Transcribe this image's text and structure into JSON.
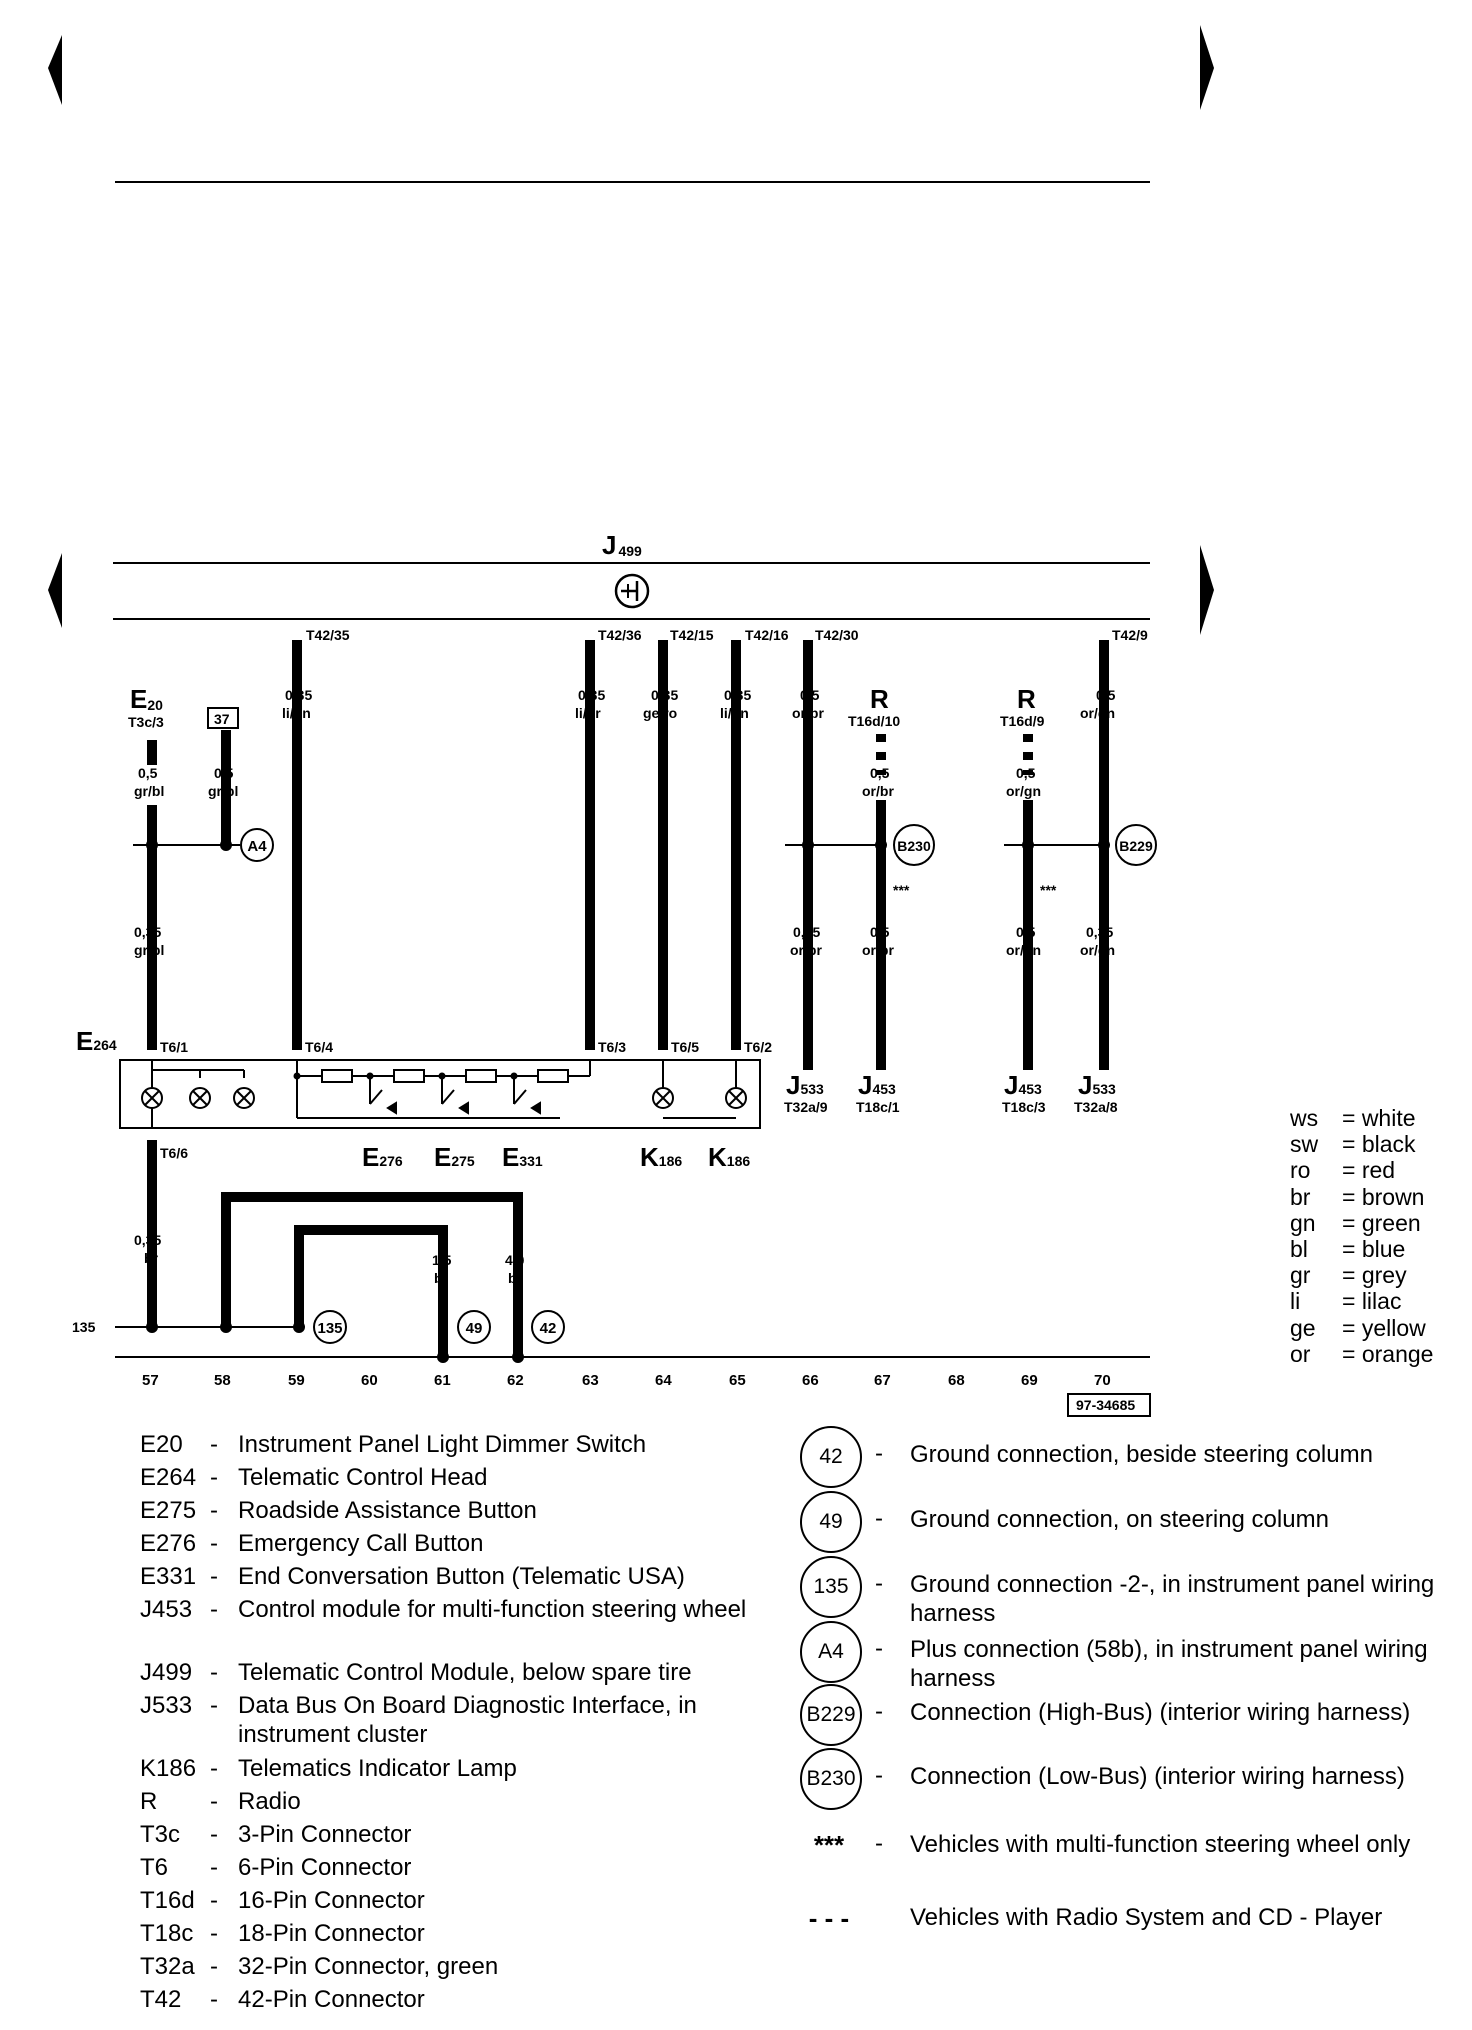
{
  "diagram": {
    "module_title": "J",
    "module_sub": "499",
    "pins_top": [
      "T42/35",
      "T42/36",
      "T42/15",
      "T42/16",
      "T42/30",
      "T42/9"
    ],
    "wires": {
      "w57a": "0,5",
      "w57a_c": "gr/bl",
      "w57b": "0,35",
      "w57b_c": "gr/bl",
      "w58": "0,5",
      "w58_c": "gr/bl",
      "w59": "0,35",
      "w59_c": "li/gn",
      "w63": "0,35",
      "w63_c": "li/gr",
      "w64": "0,35",
      "w64_c": "ge/ro",
      "w65": "0,35",
      "w65_c": "li/gn",
      "w66a": "0,5",
      "w66a_c": "or/br",
      "w66b": "0,35",
      "w66b_c": "or/br",
      "w67a": "0,5",
      "w67a_c": "or/br",
      "w67b": "0,5",
      "w67b_c": "or/br",
      "w69a": "0,5",
      "w69a_c": "or/gn",
      "w69b": "0,5",
      "w69b_c": "or/gn",
      "w70a": "0,5",
      "w70a_c": "or/gn",
      "w70b": "0,35",
      "w70b_c": "or/gn",
      "w57c": "0,35",
      "w57c_c": "br",
      "w61": "1,5",
      "w61_c": "br",
      "w62": "4,0",
      "w62_c": "br"
    },
    "e20": {
      "name": "E",
      "sub": "20",
      "pin": "T3c/3"
    },
    "ref37": "37",
    "r1": {
      "name": "R",
      "pin": "T16d/10"
    },
    "r2": {
      "name": "R",
      "pin": "T16d/9"
    },
    "e264": {
      "name": "E",
      "sub": "264"
    },
    "t6": [
      "T6/1",
      "T6/4",
      "T6/3",
      "T6/5",
      "T6/2",
      "T6/6"
    ],
    "lower": {
      "e276": {
        "name": "E",
        "sub": "276"
      },
      "e275": {
        "name": "E",
        "sub": "275"
      },
      "e331": {
        "name": "E",
        "sub": "331"
      },
      "k186a": {
        "name": "K",
        "sub": "186"
      },
      "k186b": {
        "name": "K",
        "sub": "186"
      }
    },
    "j533a": {
      "name": "J",
      "sub": "533",
      "pin": "T32a/9"
    },
    "j453a": {
      "name": "J",
      "sub": "453",
      "pin": "T18c/1"
    },
    "j453b": {
      "name": "J",
      "sub": "453",
      "pin": "T18c/3"
    },
    "j533b": {
      "name": "J",
      "sub": "533",
      "pin": "T32a/8"
    },
    "conn": {
      "a4": "A4",
      "b230": "B230",
      "b229": "B229",
      "g135": "135",
      "g49": "49",
      "g42": "42"
    },
    "stars": "***",
    "ground_label": "135",
    "columns": [
      "57",
      "58",
      "59",
      "60",
      "61",
      "62",
      "63",
      "64",
      "65",
      "66",
      "67",
      "68",
      "69",
      "70"
    ],
    "ref_number": "97-34685"
  },
  "color_key": [
    {
      "code": "ws",
      "name": "= white"
    },
    {
      "code": "sw",
      "name": "= black"
    },
    {
      "code": "ro",
      "name": "= red"
    },
    {
      "code": "br",
      "name": "= brown"
    },
    {
      "code": "gn",
      "name": "= green"
    },
    {
      "code": "bl",
      "name": "= blue"
    },
    {
      "code": "gr",
      "name": "= grey"
    },
    {
      "code": "li",
      "name": "= lilac"
    },
    {
      "code": "ge",
      "name": "= yellow"
    },
    {
      "code": "or",
      "name": "= orange"
    }
  ],
  "legend": [
    {
      "code": "E20",
      "dash": "-",
      "desc": "Instrument Panel Light Dimmer Switch"
    },
    {
      "code": "E264",
      "dash": "-",
      "desc": "Telematic Control Head"
    },
    {
      "code": "E275",
      "dash": "-",
      "desc": "Roadside Assistance Button"
    },
    {
      "code": "E276",
      "dash": "-",
      "desc": "Emergency Call Button"
    },
    {
      "code": "E331",
      "dash": "-",
      "desc": "End Conversation Button (Telematic USA)"
    },
    {
      "code": "J453",
      "dash": "-",
      "desc": "Control module for multi-function steering wheel"
    },
    {
      "code": "J499",
      "dash": "-",
      "desc": "Telematic Control Module, below spare tire"
    },
    {
      "code": "J533",
      "dash": "-",
      "desc": "Data Bus On Board Diagnostic Interface, in instrument cluster"
    },
    {
      "code": "K186",
      "dash": "-",
      "desc": "Telematics Indicator Lamp"
    },
    {
      "code": "R",
      "dash": "-",
      "desc": "Radio"
    },
    {
      "code": "T3c",
      "dash": "-",
      "desc": "3-Pin Connector"
    },
    {
      "code": "T6",
      "dash": "-",
      "desc": "6-Pin Connector"
    },
    {
      "code": "T16d",
      "dash": "-",
      "desc": "16-Pin Connector"
    },
    {
      "code": "T18c",
      "dash": "-",
      "desc": "18-Pin Connector"
    },
    {
      "code": "T32a",
      "dash": "-",
      "desc": "32-Pin Connector, green"
    },
    {
      "code": "T42",
      "dash": "-",
      "desc": "42-Pin Connector"
    }
  ],
  "ground_legend": [
    {
      "sym": "42",
      "dash": "-",
      "desc": "Ground connection, beside steering column"
    },
    {
      "sym": "49",
      "dash": "-",
      "desc": "Ground connection, on steering column"
    },
    {
      "sym": "135",
      "dash": "-",
      "desc": "Ground connection -2-, in instrument panel wiring harness"
    },
    {
      "sym": "A4",
      "dash": "-",
      "desc": "Plus connection (58b), in instrument panel wiring harness"
    },
    {
      "sym": "B229",
      "dash": "-",
      "desc": "Connection (High-Bus) (interior wiring harness)"
    },
    {
      "sym": "B230",
      "dash": "-",
      "desc": "Connection (Low-Bus) (interior wiring harness)"
    },
    {
      "sym": "***",
      "dash": "-",
      "desc": "Vehicles with multi-function steering wheel only"
    },
    {
      "sym": "- - -",
      "dash": "",
      "desc": "Vehicles with Radio System and CD - Player"
    }
  ]
}
